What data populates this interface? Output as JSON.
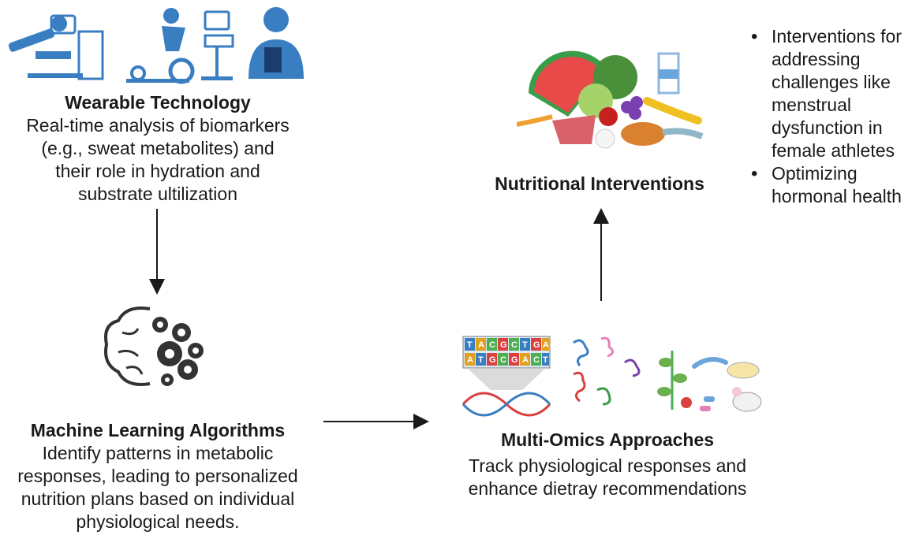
{
  "wearable": {
    "title": "Wearable Technology",
    "lines": [
      "Real-time analysis of biomarkers",
      "(e.g., sweat metabolites) and",
      "their role in hydration and",
      "substrate ultilization"
    ]
  },
  "ml": {
    "title": "Machine Learning Algorithms",
    "lines": [
      "Identify patterns in metabolic",
      "responses, leading to personalized",
      "nutrition plans based on individual",
      "physiological needs."
    ]
  },
  "omics": {
    "title": "Multi-Omics Approaches",
    "lines": [
      "Track physiological responses and",
      "enhance dietray recommendations"
    ],
    "dna_top": [
      "T",
      "A",
      "C",
      "G",
      "C",
      "T",
      "G",
      "A"
    ],
    "dna_bottom": [
      "A",
      "T",
      "G",
      "C",
      "G",
      "A",
      "C",
      "T"
    ]
  },
  "nutrition": {
    "title": "Nutritional Interventions",
    "bullets": [
      [
        "Interventions for",
        "addressing",
        "challenges like",
        "menstrual",
        "dysfunction in",
        "female athletes"
      ],
      [
        "Optimizing",
        "hormonal health"
      ]
    ]
  },
  "colors": {
    "icon_blue": "#3a7ec2",
    "icon_light": "#6aa5dc",
    "arrow": "#1a1a1a"
  }
}
